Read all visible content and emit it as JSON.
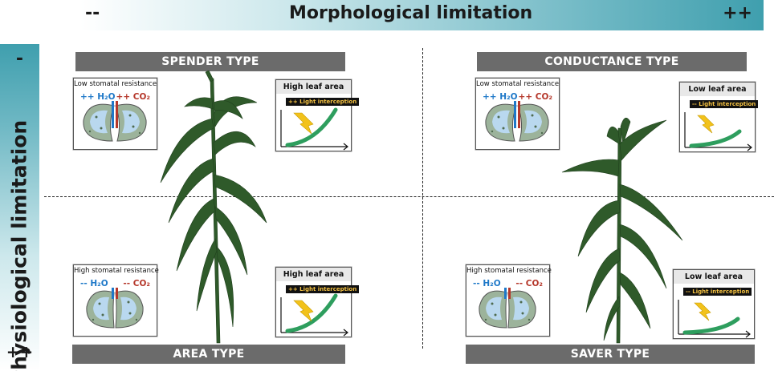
{
  "axes": {
    "top_title": "Morphological limitation",
    "top_low": "--",
    "top_high": "++",
    "side_title": "Physiological limitation",
    "side_low": "-",
    "side_high": "++"
  },
  "quadrants": {
    "spender": "SPENDER TYPE",
    "conductance": "CONDUCTANCE  TYPE",
    "area": "AREA TYPE",
    "saver": "SAVER TYPE"
  },
  "stomata": {
    "low_title": "Low stomatal resistance",
    "high_title": "High stomatal resistance",
    "low_h2o": "++ H₂O",
    "low_co2": "++ CO₂",
    "high_h2o": "-- H₂O",
    "high_co2": "-- CO₂"
  },
  "leaf": {
    "high_title": "High leaf area",
    "low_title": "Low leaf area",
    "high_interception": "++ Light interception",
    "low_interception": "-- Light interception"
  },
  "colors": {
    "banner": "#6b6b6b",
    "teal": "#3f9fae",
    "h2o": "#1e78c8",
    "co2": "#b5372a",
    "curve": "#2e9e5e",
    "bolt": "#f2c21b",
    "cell": "#9cb39b",
    "cell_inner": "#b9d8ef",
    "plant": "#2f5a2a"
  },
  "icons": [
    "stomata-icon",
    "lightning-icon",
    "growth-curve-icon",
    "wheat-plant-icon"
  ]
}
